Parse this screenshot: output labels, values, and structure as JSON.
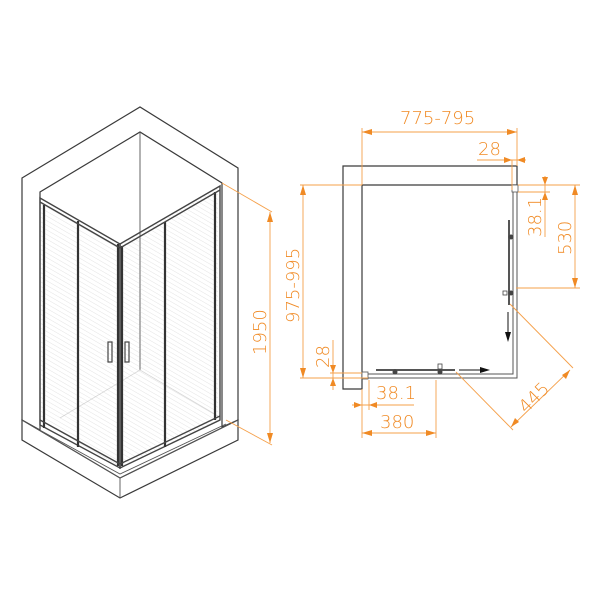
{
  "colors": {
    "dimension": "#f08a24",
    "outline": "#3a3a3a",
    "background": "#ffffff"
  },
  "iso_view": {
    "height_label": "1950"
  },
  "plan_view": {
    "width_label": "775-795",
    "depth_label": "975-995",
    "wall_offset_top_label": "28",
    "wall_offset_left_label": "28",
    "door_gap_right_label": "38.1",
    "door_panel_right_label": "530",
    "door_gap_bottom_label": "38.1",
    "door_panel_bottom_label": "380",
    "entry_width_label": "445"
  }
}
